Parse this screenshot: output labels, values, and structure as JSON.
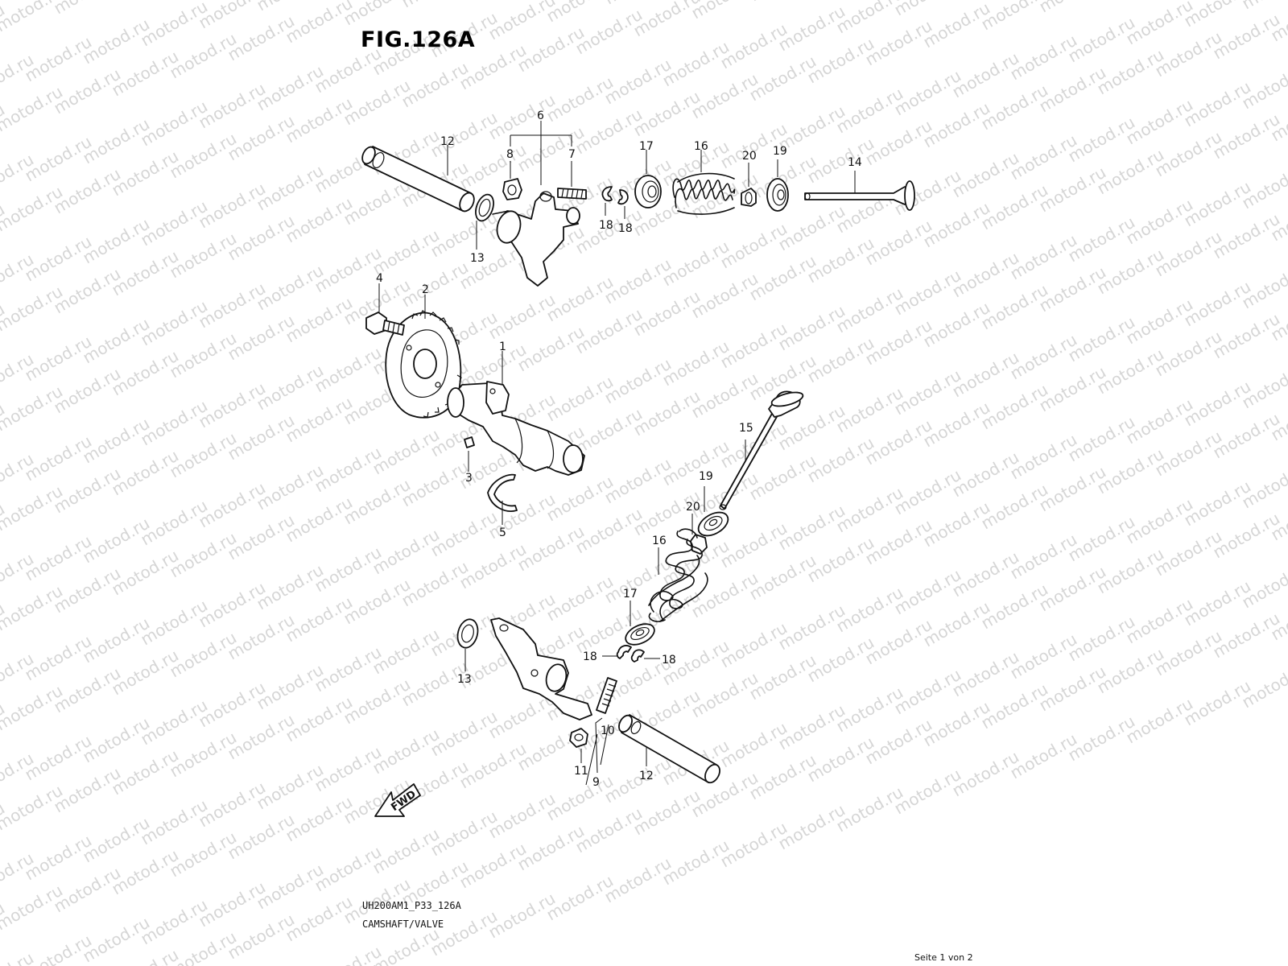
{
  "figure": {
    "title": "FIG.126A"
  },
  "watermark": {
    "text": "motod.ru"
  },
  "callouts": {
    "camshaft": "1",
    "cam_sprocket": "2",
    "pin": "3",
    "sprocket_bolt": "4",
    "stopper_plate": "5",
    "rocker_arm_intake": "6",
    "adjusting_screw_top": "7",
    "lock_nut_top": "8",
    "adjusting_screw_bottom": "9",
    "rocker_arm_exhaust": "10",
    "lock_nut_bottom": "11",
    "rocker_shaft_top": "12",
    "rocker_shaft_bottom": "12",
    "washer_top": "13",
    "washer_bottom": "13",
    "intake_valve": "14",
    "exhaust_valve": "15",
    "spring_top": "16",
    "spring_bottom": "16",
    "retainer_top": "17",
    "retainer_bottom": "17",
    "cotter_top_a": "18",
    "cotter_top_b": "18",
    "cotter_bottom_a": "18",
    "cotter_bottom_b": "18",
    "spring_seat_top": "19",
    "spring_seat_bottom": "19",
    "stem_seal_top": "20",
    "stem_seal_bottom": "20"
  },
  "direction": {
    "label": "FWD"
  },
  "footer": {
    "code": "UH200AM1_P33_126A",
    "name": "CAMSHAFT/VALVE",
    "page": "Seite 1 von 2"
  }
}
